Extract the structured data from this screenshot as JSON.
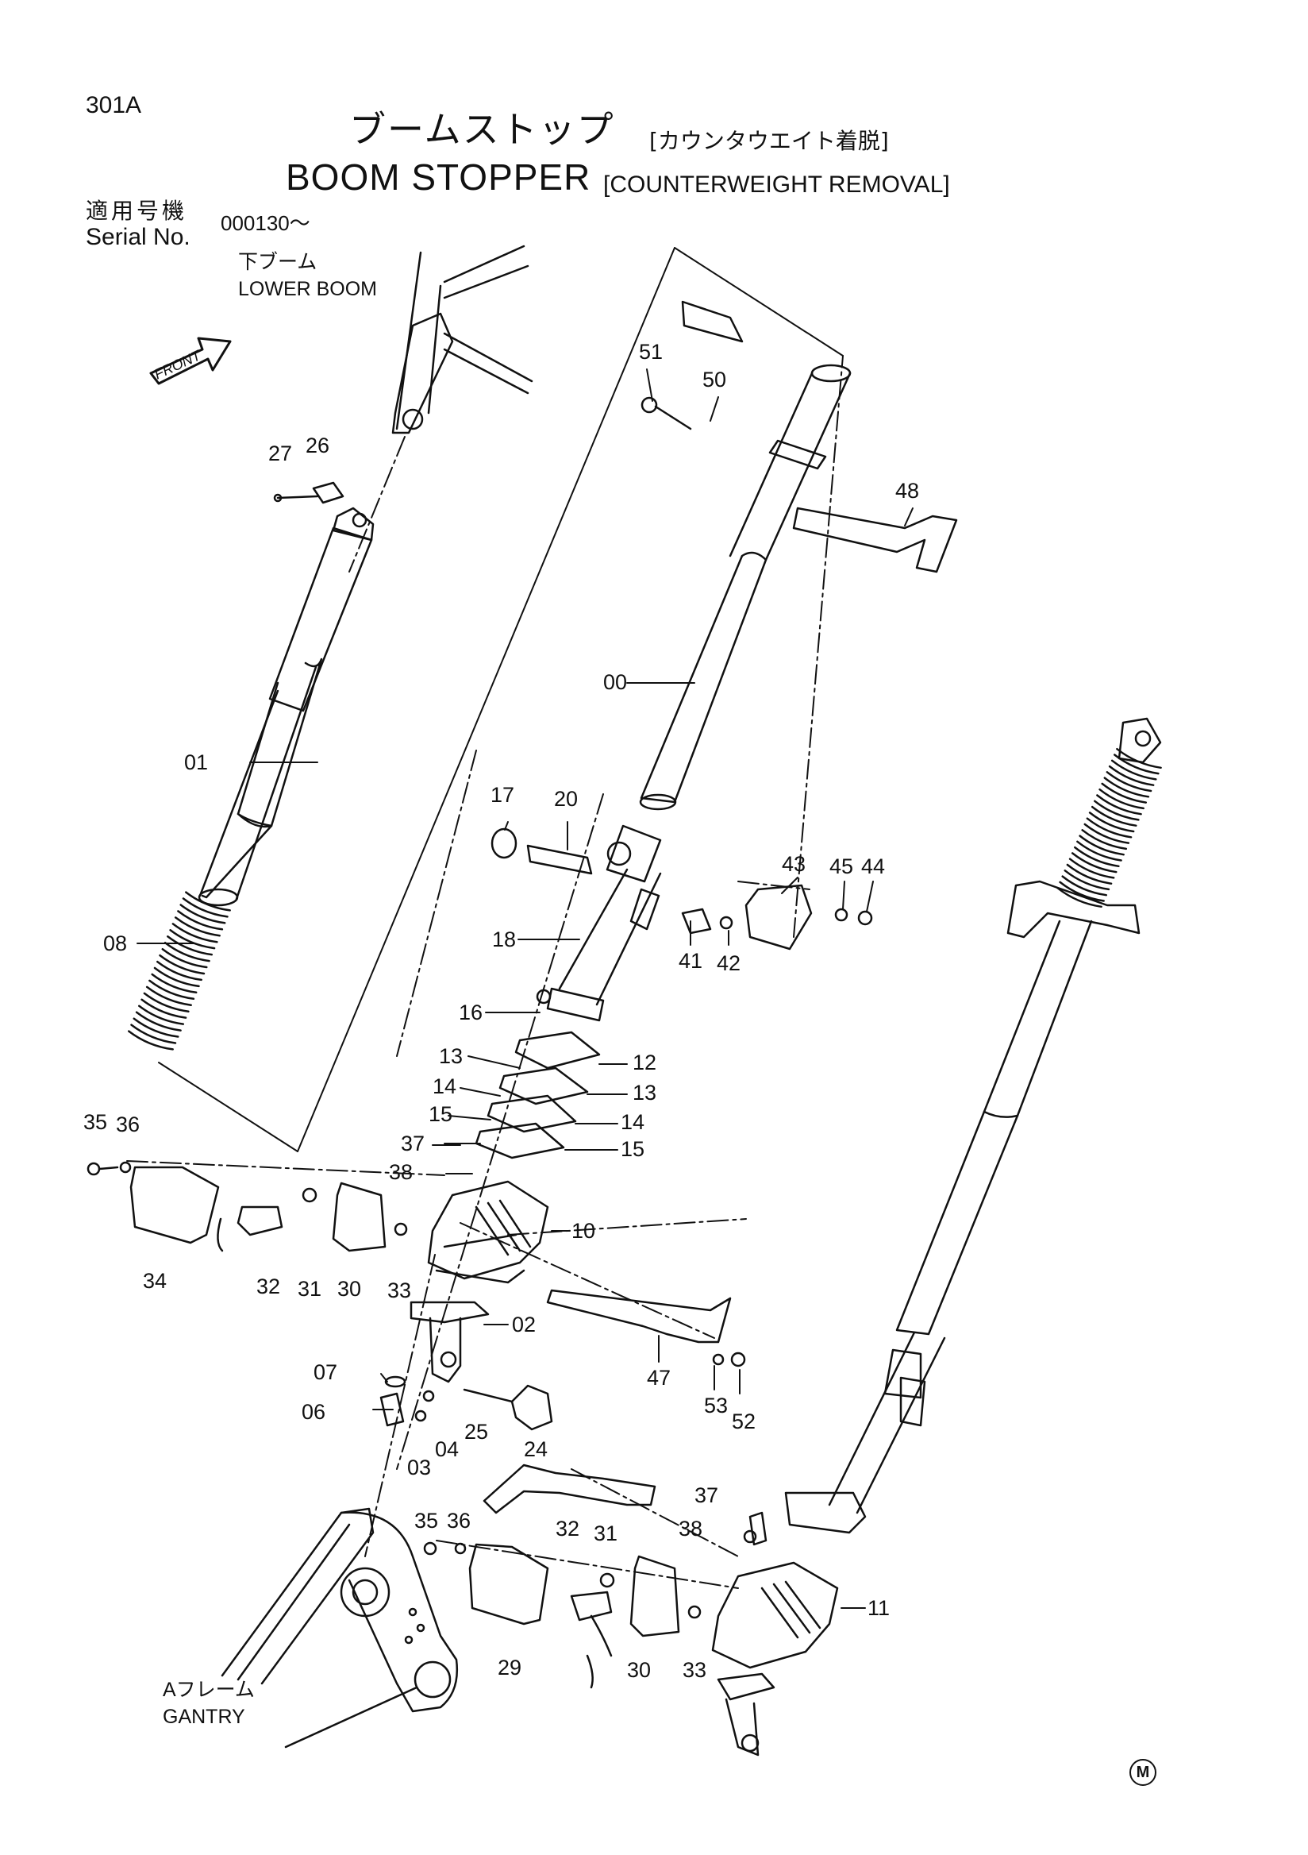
{
  "header": {
    "page_code": "301A",
    "title_jp": "ブームストップ",
    "title_jp_sub": "[カウンタウエイト着脱]",
    "title_en": "BOOM STOPPER",
    "title_en_sub": "[COUNTERWEIGHT REMOVAL]",
    "serial_label_jp": "適用号機",
    "serial_label_en": "Serial No.",
    "serial_value": "000130～"
  },
  "labels": {
    "lower_boom_jp": "下ブーム",
    "lower_boom_en": "LOWER BOOM",
    "front": "FRONT",
    "gantry_jp": "Aフレーム",
    "gantry_en": "GANTRY",
    "mark": "M"
  },
  "parts": [
    {
      "id": "51",
      "text": "51"
    },
    {
      "id": "50",
      "text": "50"
    },
    {
      "id": "27",
      "text": "27"
    },
    {
      "id": "26",
      "text": "26"
    },
    {
      "id": "48",
      "text": "48"
    },
    {
      "id": "00",
      "text": "00"
    },
    {
      "id": "01",
      "text": "01"
    },
    {
      "id": "17",
      "text": "17"
    },
    {
      "id": "20",
      "text": "20"
    },
    {
      "id": "43",
      "text": "43"
    },
    {
      "id": "45",
      "text": "45"
    },
    {
      "id": "44",
      "text": "44"
    },
    {
      "id": "08",
      "text": "08"
    },
    {
      "id": "18",
      "text": "18"
    },
    {
      "id": "41",
      "text": "41"
    },
    {
      "id": "42",
      "text": "42"
    },
    {
      "id": "16",
      "text": "16"
    },
    {
      "id": "13a",
      "text": "13"
    },
    {
      "id": "12",
      "text": "12"
    },
    {
      "id": "14a",
      "text": "14"
    },
    {
      "id": "13b",
      "text": "13"
    },
    {
      "id": "15a",
      "text": "15"
    },
    {
      "id": "14b",
      "text": "14"
    },
    {
      "id": "35a",
      "text": "35"
    },
    {
      "id": "36a",
      "text": "36"
    },
    {
      "id": "37a",
      "text": "37"
    },
    {
      "id": "15b",
      "text": "15"
    },
    {
      "id": "38a",
      "text": "38"
    },
    {
      "id": "10",
      "text": "10"
    },
    {
      "id": "34",
      "text": "34"
    },
    {
      "id": "32a",
      "text": "32"
    },
    {
      "id": "31a",
      "text": "31"
    },
    {
      "id": "30a",
      "text": "30"
    },
    {
      "id": "33a",
      "text": "33"
    },
    {
      "id": "02",
      "text": "02"
    },
    {
      "id": "07",
      "text": "07"
    },
    {
      "id": "47",
      "text": "47"
    },
    {
      "id": "06",
      "text": "06"
    },
    {
      "id": "25",
      "text": "25"
    },
    {
      "id": "04",
      "text": "04"
    },
    {
      "id": "53",
      "text": "53"
    },
    {
      "id": "52",
      "text": "52"
    },
    {
      "id": "24",
      "text": "24"
    },
    {
      "id": "03",
      "text": "03"
    },
    {
      "id": "37b",
      "text": "37"
    },
    {
      "id": "38b",
      "text": "38"
    },
    {
      "id": "35b",
      "text": "35"
    },
    {
      "id": "36b",
      "text": "36"
    },
    {
      "id": "32b",
      "text": "32"
    },
    {
      "id": "31b",
      "text": "31"
    },
    {
      "id": "11",
      "text": "11"
    },
    {
      "id": "29",
      "text": "29"
    },
    {
      "id": "30b",
      "text": "30"
    },
    {
      "id": "33b",
      "text": "33"
    }
  ]
}
